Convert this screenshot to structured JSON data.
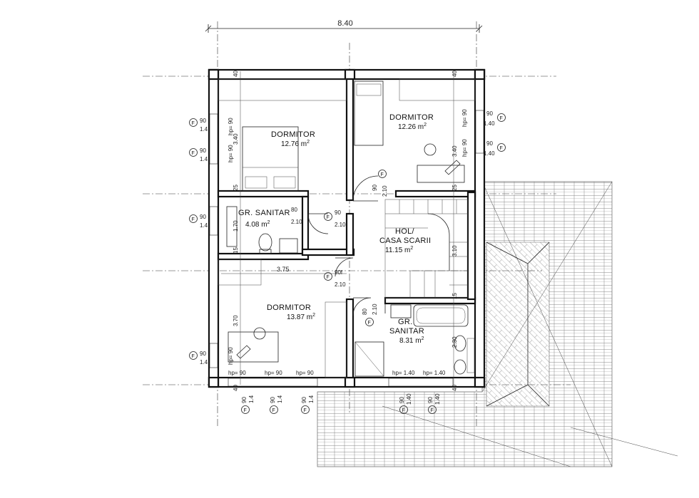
{
  "overall_width": "8.40",
  "rooms": {
    "dormitor_nw": {
      "name": "DORMITOR",
      "area_value": "12.76 m",
      "area_unit_sup": "2"
    },
    "dormitor_ne": {
      "name": "DORMITOR",
      "area_value": "12.26 m",
      "area_unit_sup": "2"
    },
    "gr_sanitar_w": {
      "name": "GR. SANITAR",
      "area_value": "4.08 m",
      "area_unit_sup": "2"
    },
    "hol": {
      "name_line1": "HOL/",
      "name_line2": "CASA SCARII",
      "area_value": "11.15 m",
      "area_unit_sup": "2"
    },
    "dormitor_sw": {
      "name": "DORMITOR",
      "area_value": "13.87 m",
      "area_unit_sup": "2"
    },
    "gr_sanitar_e": {
      "name_line1": "GR.",
      "name_line2": "SANITAR",
      "area_value": "8.31 m",
      "area_unit_sup": "2"
    }
  },
  "dims": {
    "d40": "40",
    "d3_40": "3.40",
    "d25": "25",
    "d1_70": "1.70",
    "d15": "15",
    "d3_75": "3.75",
    "d3_70": "3.70",
    "d3_10": "3.10",
    "d80": "80",
    "d90": "90",
    "d2_10": "2.10",
    "d90f": "90f",
    "d2_30": "2.30",
    "d1_4": "1.4",
    "d1_40": "1.40",
    "hp90": "hp= 90",
    "hp1_40": "hp= 1.40",
    "hp_90": "hp= 90",
    "F": "F"
  }
}
